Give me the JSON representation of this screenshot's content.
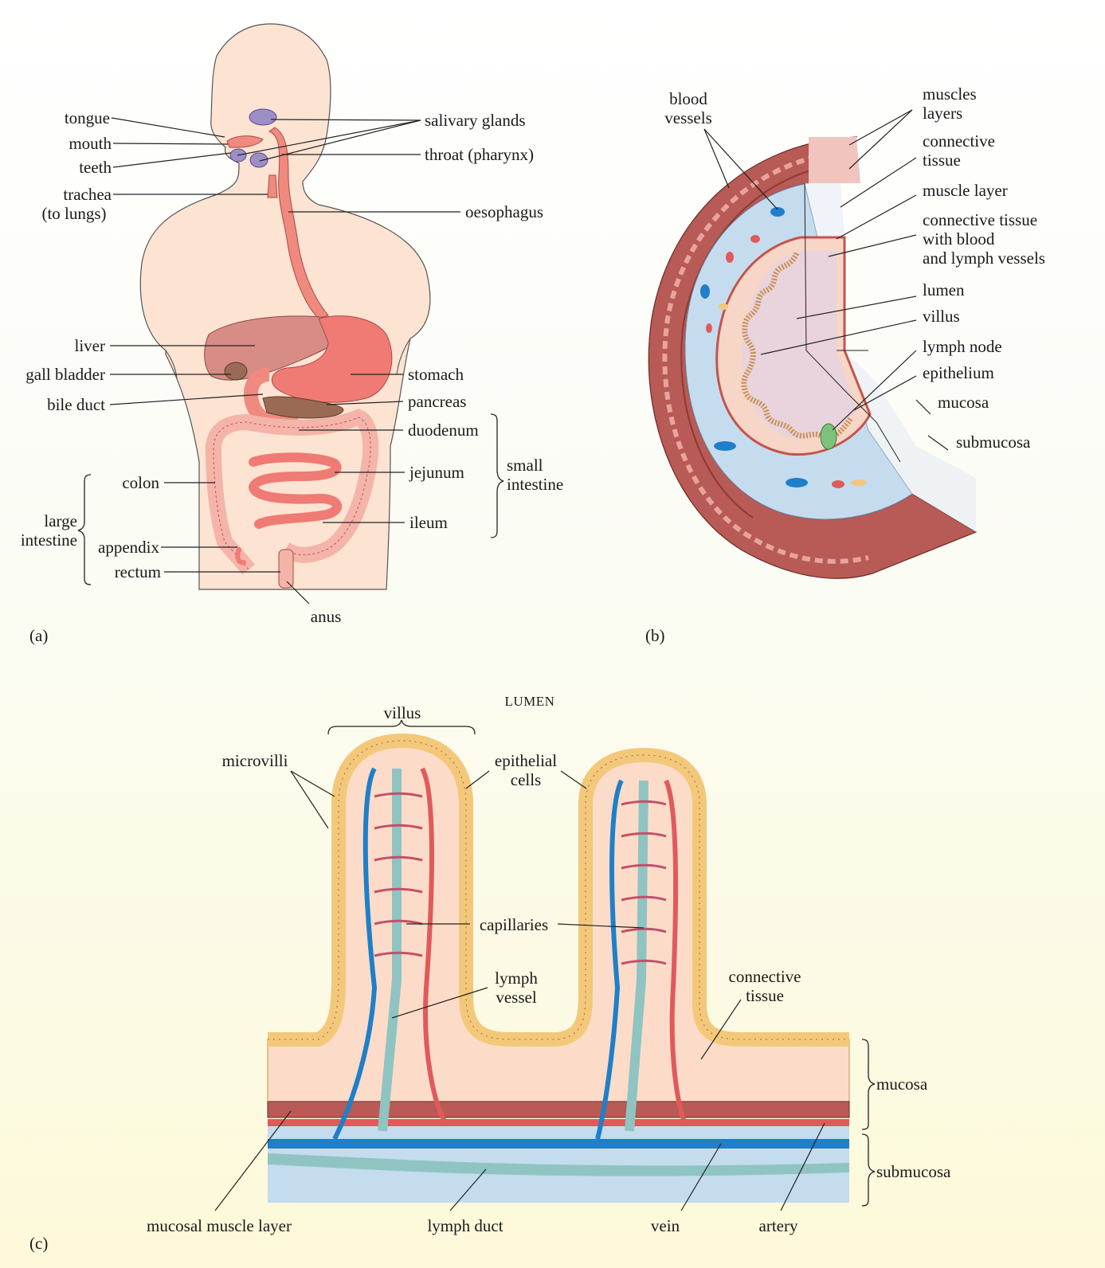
{
  "panels": {
    "a": "(a)",
    "b": "(b)",
    "c": "(c)"
  },
  "panel_a": {
    "tongue": "tongue",
    "mouth": "mouth",
    "teeth": "teeth",
    "trachea": "trachea",
    "trachea_note": "(to lungs)",
    "salivary_glands": "salivary glands",
    "throat": "throat (pharynx)",
    "oesophagus": "oesophagus",
    "liver": "liver",
    "gall_bladder": "gall bladder",
    "bile_duct": "bile duct",
    "stomach": "stomach",
    "pancreas": "pancreas",
    "duodenum": "duodenum",
    "jejunum": "jejunum",
    "ileum": "ileum",
    "small_intestine_1": "small",
    "small_intestine_2": "intestine",
    "colon": "colon",
    "large_intestine_1": "large",
    "large_intestine_2": "intestine",
    "appendix": "appendix",
    "rectum": "rectum",
    "anus": "anus"
  },
  "panel_b": {
    "blood_vessels_1": "blood",
    "blood_vessels_2": "vessels",
    "muscles_layers_1": "muscles",
    "muscles_layers_2": "layers",
    "connective_tissue_1": "connective",
    "connective_tissue_2": "tissue",
    "muscle_layer": "muscle layer",
    "ct_vessels_1": "connective tissue",
    "ct_vessels_2": "with blood",
    "ct_vessels_3": "and lymph vessels",
    "lumen": "lumen",
    "villus": "villus",
    "lymph_node": "lymph node",
    "epithelium": "epithelium",
    "mucosa": "mucosa",
    "submucosa": "submucosa"
  },
  "panel_c": {
    "lumen": "LUMEN",
    "villus": "villus",
    "microvilli": "microvilli",
    "epithelial_cells_1": "epithelial",
    "epithelial_cells_2": "cells",
    "capillaries": "capillaries",
    "lymph_vessel_1": "lymph",
    "lymph_vessel_2": "vessel",
    "connective_tissue_1": "connective",
    "connective_tissue_2": "tissue",
    "mucosa": "mucosa",
    "submucosa": "submucosa",
    "mucosal_muscle_layer": "mucosal muscle layer",
    "lymph_duct": "lymph duct",
    "vein": "vein",
    "artery": "artery"
  },
  "colors": {
    "skin": "#fde3d2",
    "organ": "#f08a7e",
    "organ_dark": "#c4544c",
    "liver": "#d88c86",
    "gall": "#9a6a55",
    "gland": "#9e8ec7",
    "muscle": "#b85a55",
    "submucosa_blue": "#c5dcef",
    "vein": "#1f7fc8",
    "artery": "#e05a5a",
    "lymph": "#8fc4c2",
    "epithelium": "#f3c87a"
  }
}
